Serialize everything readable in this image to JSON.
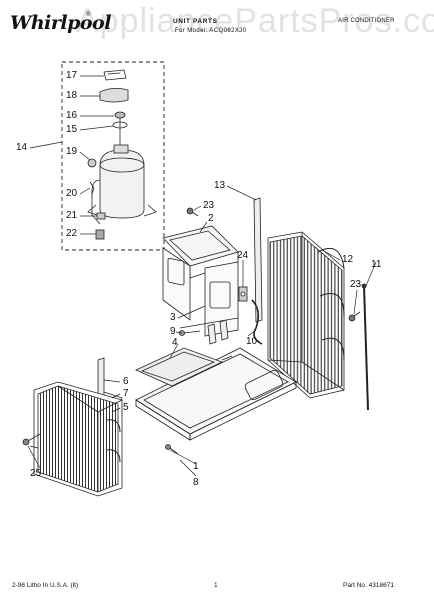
{
  "header": {
    "brand": "Whirlpool",
    "brand_mark": "®",
    "title_line1": "UNIT PARTS",
    "title_line2": "For Model: ACQ062XJ0",
    "category": "AIR CONDITIONER"
  },
  "watermark": "AppliancePartsPros.com",
  "footer": {
    "left": "2-96 Litho In U.S.A. (lt)",
    "page": "1",
    "part_no": "Part No. 4318671"
  },
  "callouts": [
    {
      "id": "c17",
      "label": "17"
    },
    {
      "id": "c18",
      "label": "18"
    },
    {
      "id": "c16",
      "label": "16"
    },
    {
      "id": "c15",
      "label": "15"
    },
    {
      "id": "c14",
      "label": "14"
    },
    {
      "id": "c19",
      "label": "19"
    },
    {
      "id": "c20",
      "label": "20"
    },
    {
      "id": "c21",
      "label": "21"
    },
    {
      "id": "c22",
      "label": "22"
    },
    {
      "id": "c13",
      "label": "13"
    },
    {
      "id": "c23a",
      "label": "23"
    },
    {
      "id": "c2",
      "label": "2"
    },
    {
      "id": "c24",
      "label": "24"
    },
    {
      "id": "c12",
      "label": "12"
    },
    {
      "id": "c11",
      "label": "11"
    },
    {
      "id": "c23b",
      "label": "23"
    },
    {
      "id": "c3",
      "label": "3"
    },
    {
      "id": "c9",
      "label": "9"
    },
    {
      "id": "c10",
      "label": "10"
    },
    {
      "id": "c4",
      "label": "4"
    },
    {
      "id": "c6",
      "label": "6"
    },
    {
      "id": "c7",
      "label": "7"
    },
    {
      "id": "c5",
      "label": "5"
    },
    {
      "id": "c25",
      "label": "25"
    },
    {
      "id": "c1",
      "label": "1"
    },
    {
      "id": "c8",
      "label": "8"
    }
  ]
}
